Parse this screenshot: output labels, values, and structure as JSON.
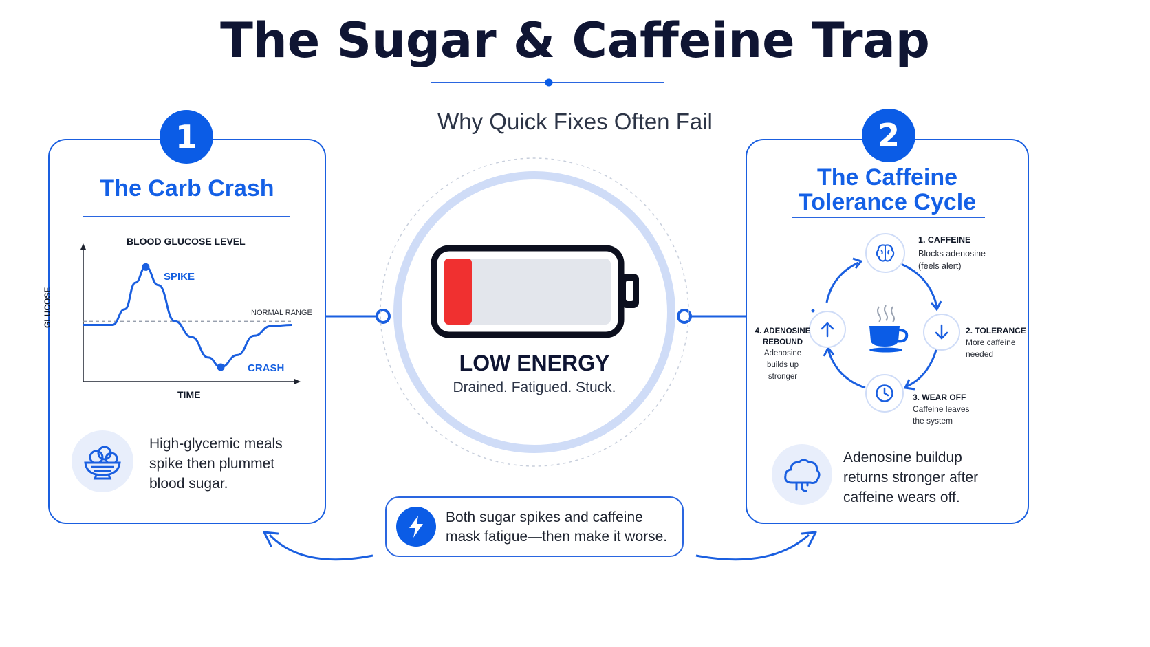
{
  "header": {
    "title": "The Sugar & Caffeine Trap",
    "subtitle": "Why Quick Fixes Often Fail"
  },
  "center": {
    "label": "LOW ENERGY",
    "sublabel": "Drained. Fatigued. Stuck.",
    "battery_level": 0.13
  },
  "left_card": {
    "badge": "1",
    "title": "The Carb Crash",
    "chart": {
      "title": "BLOOD GLUCOSE LEVEL",
      "ylabel": "GLUCOSE",
      "xlabel": "TIME",
      "reference_label": "NORMAL RANGE",
      "spike_label": "SPIKE",
      "crash_label": "CRASH"
    },
    "description": [
      "High-glycemic meals",
      "spike then plummet",
      "blood sugar."
    ],
    "icon": "food-bowl-icon"
  },
  "right_card": {
    "badge": "2",
    "title_lines": [
      "The Caffeine",
      "Tolerance Cycle"
    ],
    "steps": [
      {
        "heading": "1. CAFFEINE",
        "lines": [
          "Blocks adenosine",
          "(feels alert)"
        ],
        "icon": "brain-icon"
      },
      {
        "heading": "2. TOLERANCE",
        "lines": [
          "More caffeine",
          "needed"
        ],
        "icon": "arrow-down-icon"
      },
      {
        "heading": "3. WEAR OFF",
        "lines": [
          "Caffeine leaves",
          "the system"
        ],
        "icon": "clock-icon"
      },
      {
        "heading_lines": [
          "4. ADENOSINE",
          "REBOUND"
        ],
        "lines": [
          "Adenosine",
          "builds up",
          "stronger"
        ],
        "icon": "arrow-up-icon"
      }
    ],
    "center_icon": "coffee-cup-icon",
    "description": [
      "Adenosine buildup",
      "returns stronger after",
      "caffeine wears off."
    ],
    "icon": "cloud-icon"
  },
  "note": {
    "lines": [
      "Both sugar spikes and caffeine",
      "mask fatigue—then make it worse."
    ],
    "icon": "lightning-icon"
  },
  "colors": {
    "primary": "#0b5ce6",
    "navy": "#0f1533",
    "battery_red": "#f03030",
    "ring": "#cfdcf7"
  },
  "chart_data": {
    "type": "line",
    "title": "BLOOD GLUCOSE LEVEL",
    "xlabel": "TIME",
    "ylabel": "GLUCOSE",
    "reference_line": {
      "label": "NORMAL RANGE",
      "value": 0.5
    },
    "annotations": [
      {
        "label": "SPIKE",
        "x": 0.3,
        "y": 0.95
      },
      {
        "label": "CRASH",
        "x": 0.66,
        "y": 0.12
      }
    ],
    "x": [
      0.0,
      0.14,
      0.2,
      0.25,
      0.3,
      0.36,
      0.44,
      0.52,
      0.6,
      0.66,
      0.74,
      0.82,
      0.9,
      1.0
    ],
    "values": [
      0.47,
      0.47,
      0.6,
      0.82,
      0.95,
      0.8,
      0.5,
      0.37,
      0.2,
      0.12,
      0.22,
      0.38,
      0.46,
      0.47
    ],
    "ylim": [
      0,
      1.1
    ],
    "grid": false
  }
}
